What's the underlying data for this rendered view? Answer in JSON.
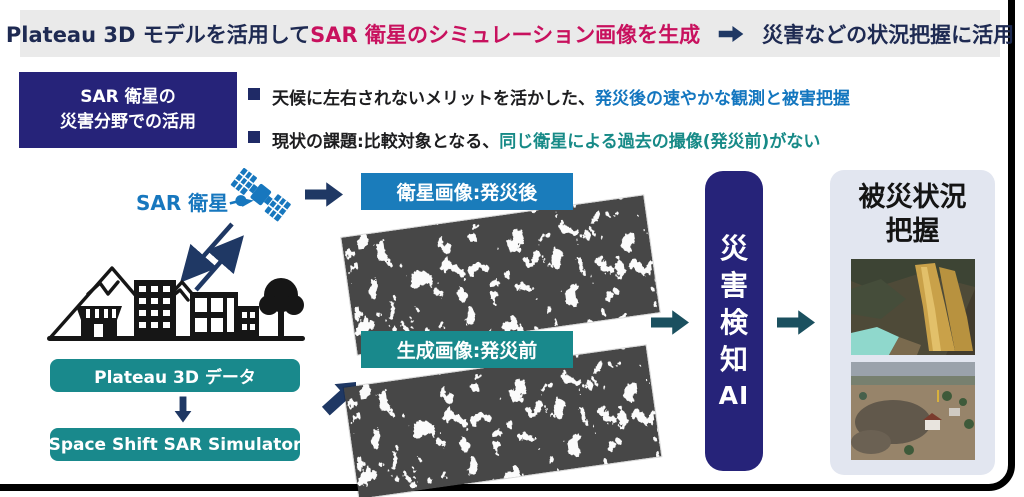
{
  "banner": {
    "part1": "Plateau 3D モデルを活用して ",
    "highlight": "SAR 衛星のシミュレーション画像を生成",
    "part2": "災害などの状況把握に活用"
  },
  "header_box": {
    "line1": "SAR 衛星の",
    "line2": "災害分野での活用"
  },
  "bullets": [
    {
      "plain": "天候に左右されないメリットを活かした、",
      "colored": "発災後の速やかな観測と被害把握"
    },
    {
      "plain": "現状の課題:比較対象となる、",
      "colored": "同じ衛星による過去の撮像(発災前)がない"
    }
  ],
  "diagram": {
    "satellite_label": "SAR 衛星",
    "plateau_box": "Plateau 3D データ",
    "simulator_box": "Space Shift SAR Simulator",
    "satellite_image_label": "衛星画像:発災後",
    "generated_image_label": "生成画像:発災前",
    "ai_box": {
      "chars": [
        "災",
        "害",
        "検",
        "知",
        "AI"
      ]
    },
    "result_panel": {
      "title_line1": "被災状況",
      "title_line2": "把握"
    }
  },
  "colors": {
    "banner_bg": "#EAEAEA",
    "navy_text": "#1E2A52",
    "magenta": "#C8115E",
    "indigo_box": "#262379",
    "accent_blue": "#1376BF",
    "accent_teal": "#178A87",
    "teal_box": "#19898C",
    "blue_label": "#1A7CBB",
    "arrow_navy": "#1F3864",
    "arrow_teal": "#1B505F",
    "panel_bg": "#E2E6F0"
  }
}
